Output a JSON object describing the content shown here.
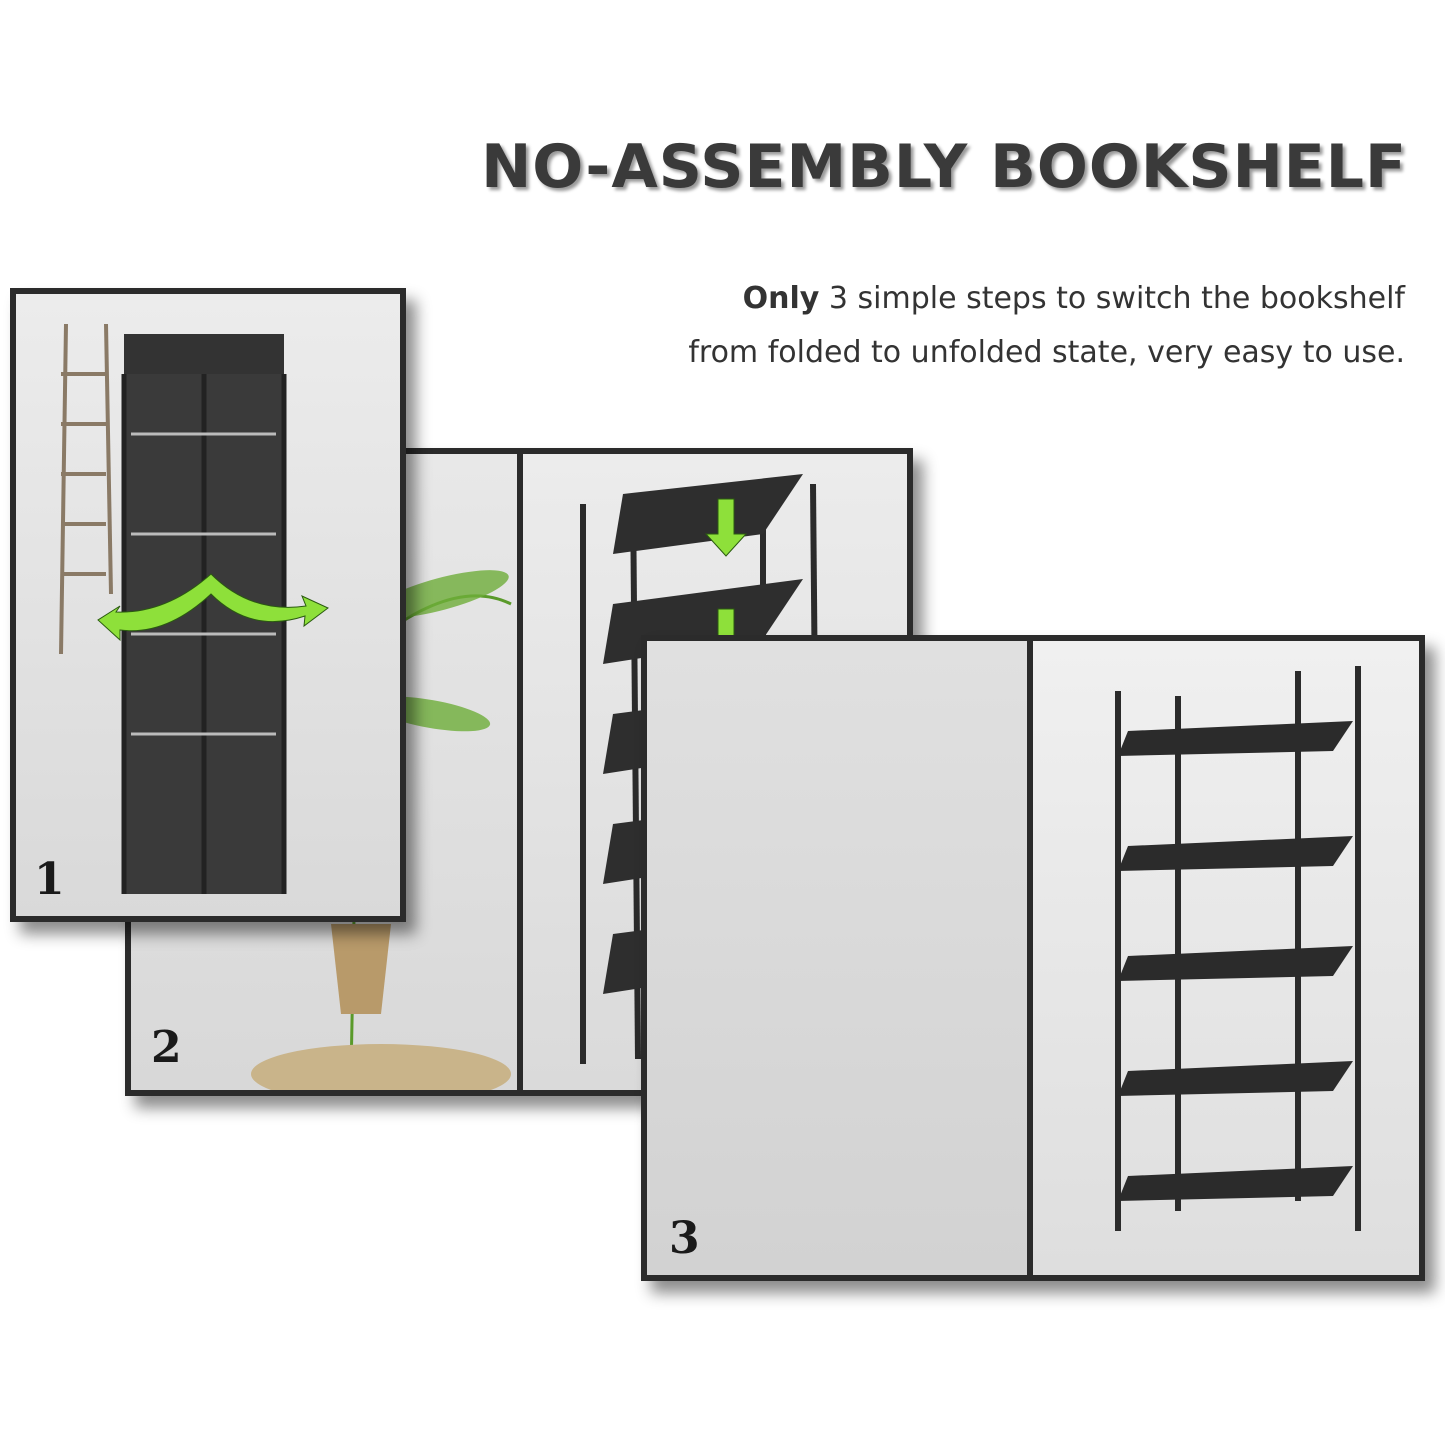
{
  "header": {
    "title": "NO-ASSEMBLY BOOKSHELF"
  },
  "description": {
    "bold": "Only",
    "line1_rest": " 3 simple steps to switch the bookshelf",
    "line2": "from folded to unfolded state, very easy to use."
  },
  "steps": [
    {
      "number": "1",
      "icon": "unfold-arrows-icon"
    },
    {
      "number": "2",
      "icon": "down-arrow-icon"
    },
    {
      "number": "3",
      "icon": "bookshelf-icon"
    }
  ],
  "colors": {
    "arrow": "#8ee03a",
    "frame": "#2b2b2b",
    "shelf": "#2e2e2e"
  }
}
